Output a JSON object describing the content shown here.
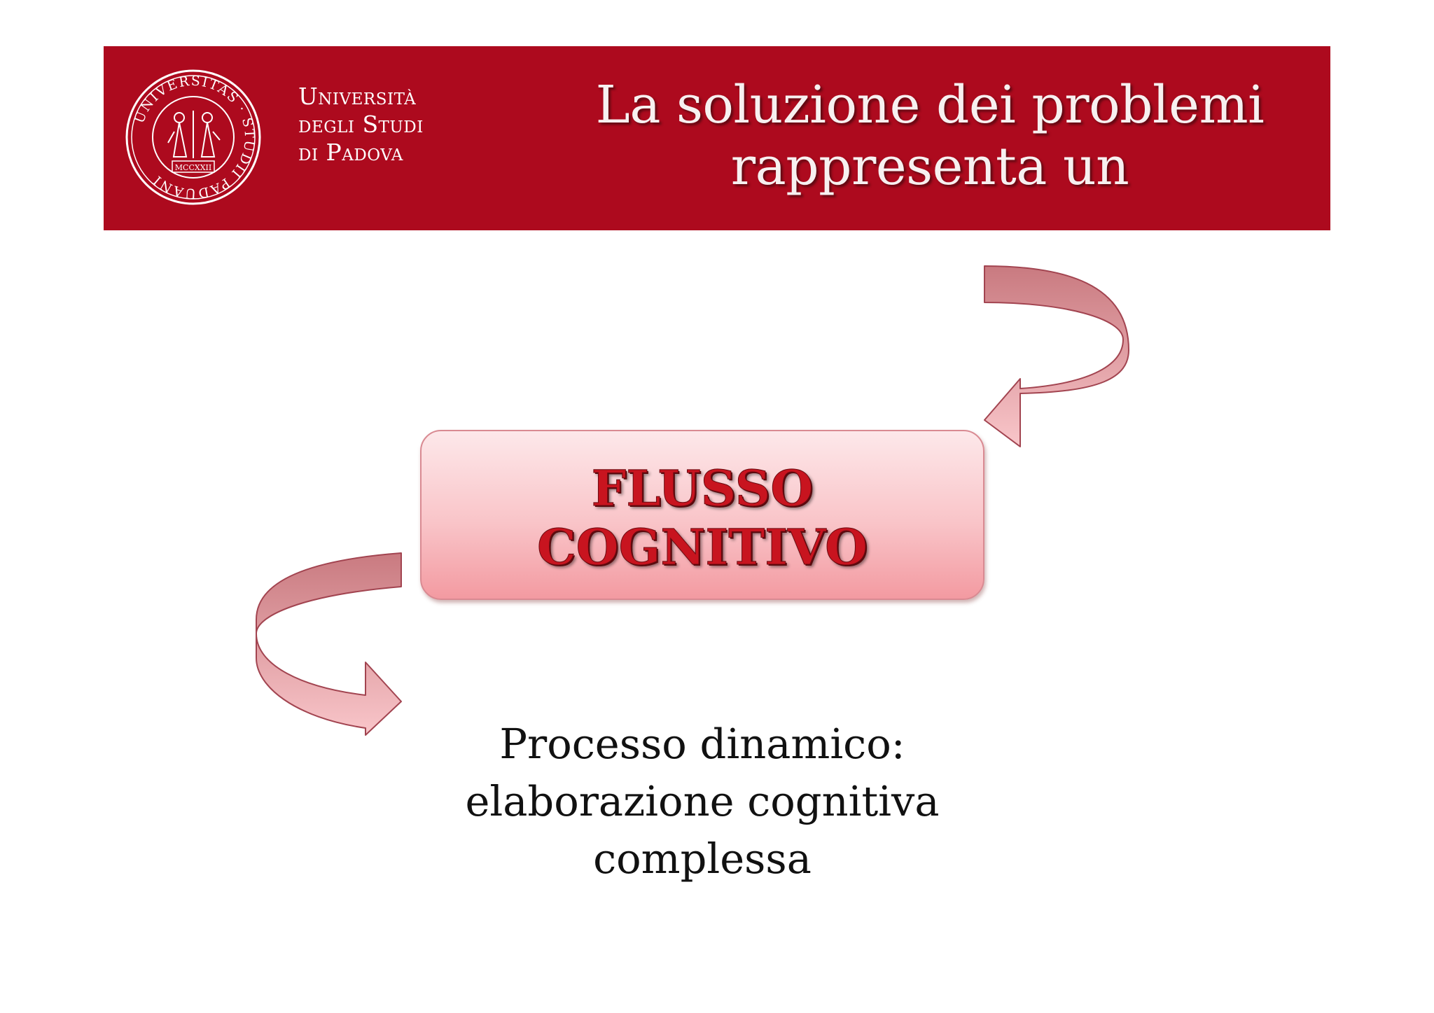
{
  "header": {
    "university": {
      "line1": "Università",
      "line2": "degli Studi",
      "line3": "di Padova"
    },
    "seal": {
      "text_top": "UNIVERSITAS · STUDII PADUANI",
      "year": "MCCXXII"
    },
    "title": {
      "line1": "La soluzione dei problemi",
      "line2": "rappresenta un"
    }
  },
  "box": {
    "line1": "FLUSSO",
    "line2": "COGNITIVO"
  },
  "description": {
    "line1": "Processo dinamico:",
    "line2": "elaborazione cognitiva",
    "line3": "complessa"
  },
  "colors": {
    "banner": "#ad0a1e",
    "box_top": "#fde8ea",
    "box_bottom": "#f39aa1",
    "arrow_fill": "#f4b2b7",
    "box_text": "#c8141f"
  },
  "icons": {
    "seal": "university-seal-icon",
    "arrow_top": "curved-arrow-left-icon",
    "arrow_bottom": "curved-arrow-right-icon"
  }
}
